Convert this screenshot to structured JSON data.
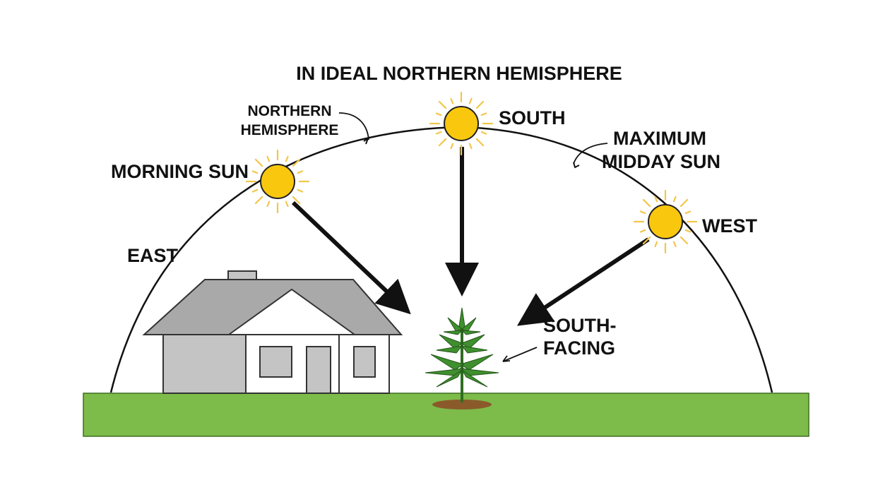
{
  "title": "IN IDEAL NORTHERN HEMISPHERE",
  "labels": {
    "northern_hemisphere": [
      "NORTHERN",
      "HEMISPHERE"
    ],
    "south": "SOUTH",
    "maximum_midday_sun": [
      "MAXIMUM",
      "MIDDAY SUN"
    ],
    "morning_sun": "MORNING SUN",
    "west": "WEST",
    "east": "EAST",
    "south_facing": [
      "SOUTH-",
      "FACING"
    ]
  },
  "colors": {
    "sun": "#f9c80e",
    "sun_ray": "#f3c64a",
    "ground": "#7dbb4a",
    "house_roof": "#a9a9a9",
    "house_wall": "#c4c4c4",
    "plant": "#3f8f2e",
    "soil": "#8b5a2b"
  },
  "icons": [
    "sun-icon",
    "house-icon",
    "cannabis-plant-icon"
  ]
}
